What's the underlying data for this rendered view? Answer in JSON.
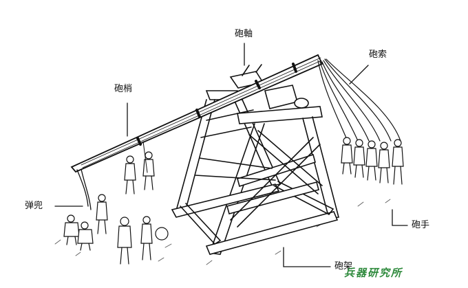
{
  "labels": {
    "axle": "砲軸",
    "arm": "砲梢",
    "ropes": "砲索",
    "sling": "弹兜",
    "pullers": "砲手",
    "frame": "砲架"
  },
  "watermark": "兵器研究所",
  "colors": {
    "ink": "#111111",
    "watermark": "#2e8a3c",
    "background": "#ffffff"
  }
}
